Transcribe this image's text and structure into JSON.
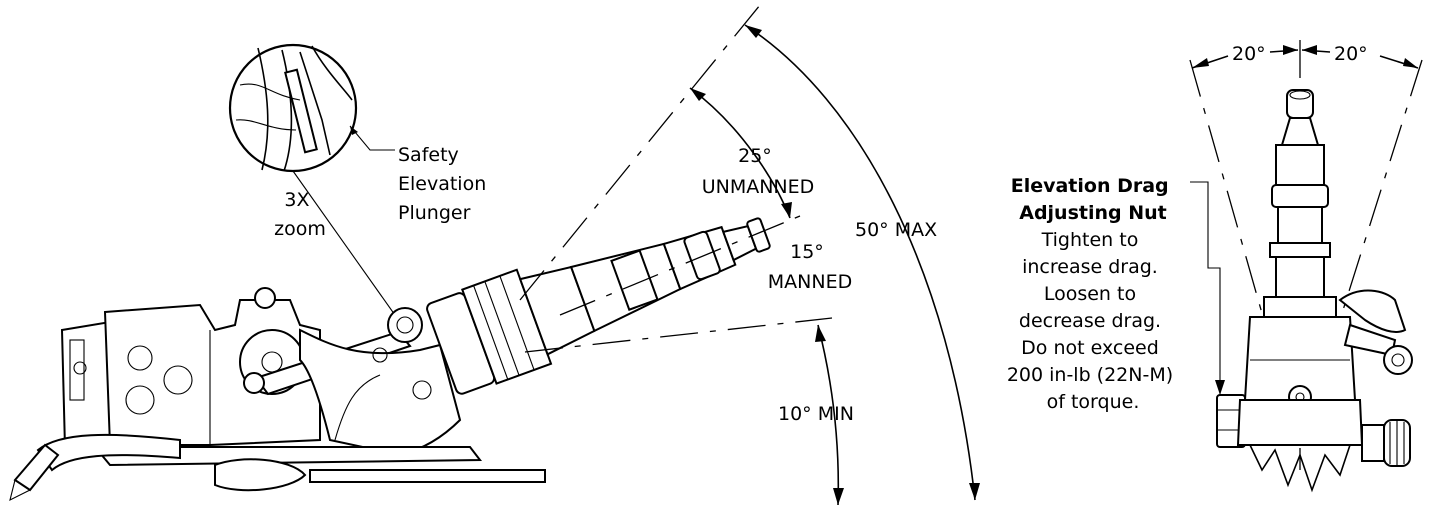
{
  "zoom_callout": {
    "part_name_lines": [
      "Safety",
      "Elevation",
      "Plunger"
    ],
    "zoom_lines": [
      "3X",
      "zoom"
    ]
  },
  "side_view": {
    "angle_unmanned_lines": [
      "25°",
      "UNMANNED"
    ],
    "angle_manned_lines": [
      "15°",
      "MANNED"
    ],
    "angle_max": "50° MAX",
    "angle_min": "10° MIN"
  },
  "front_view": {
    "angle_left": "20°",
    "angle_right": "20°",
    "nut_title_lines": [
      "Elevation Drag",
      "Adjusting Nut"
    ],
    "nut_note_lines": [
      "Tighten to",
      "increase drag.",
      "Loosen to",
      "decrease drag.",
      "Do not exceed",
      "200 in-lb (22N-M)",
      "of torque."
    ]
  }
}
